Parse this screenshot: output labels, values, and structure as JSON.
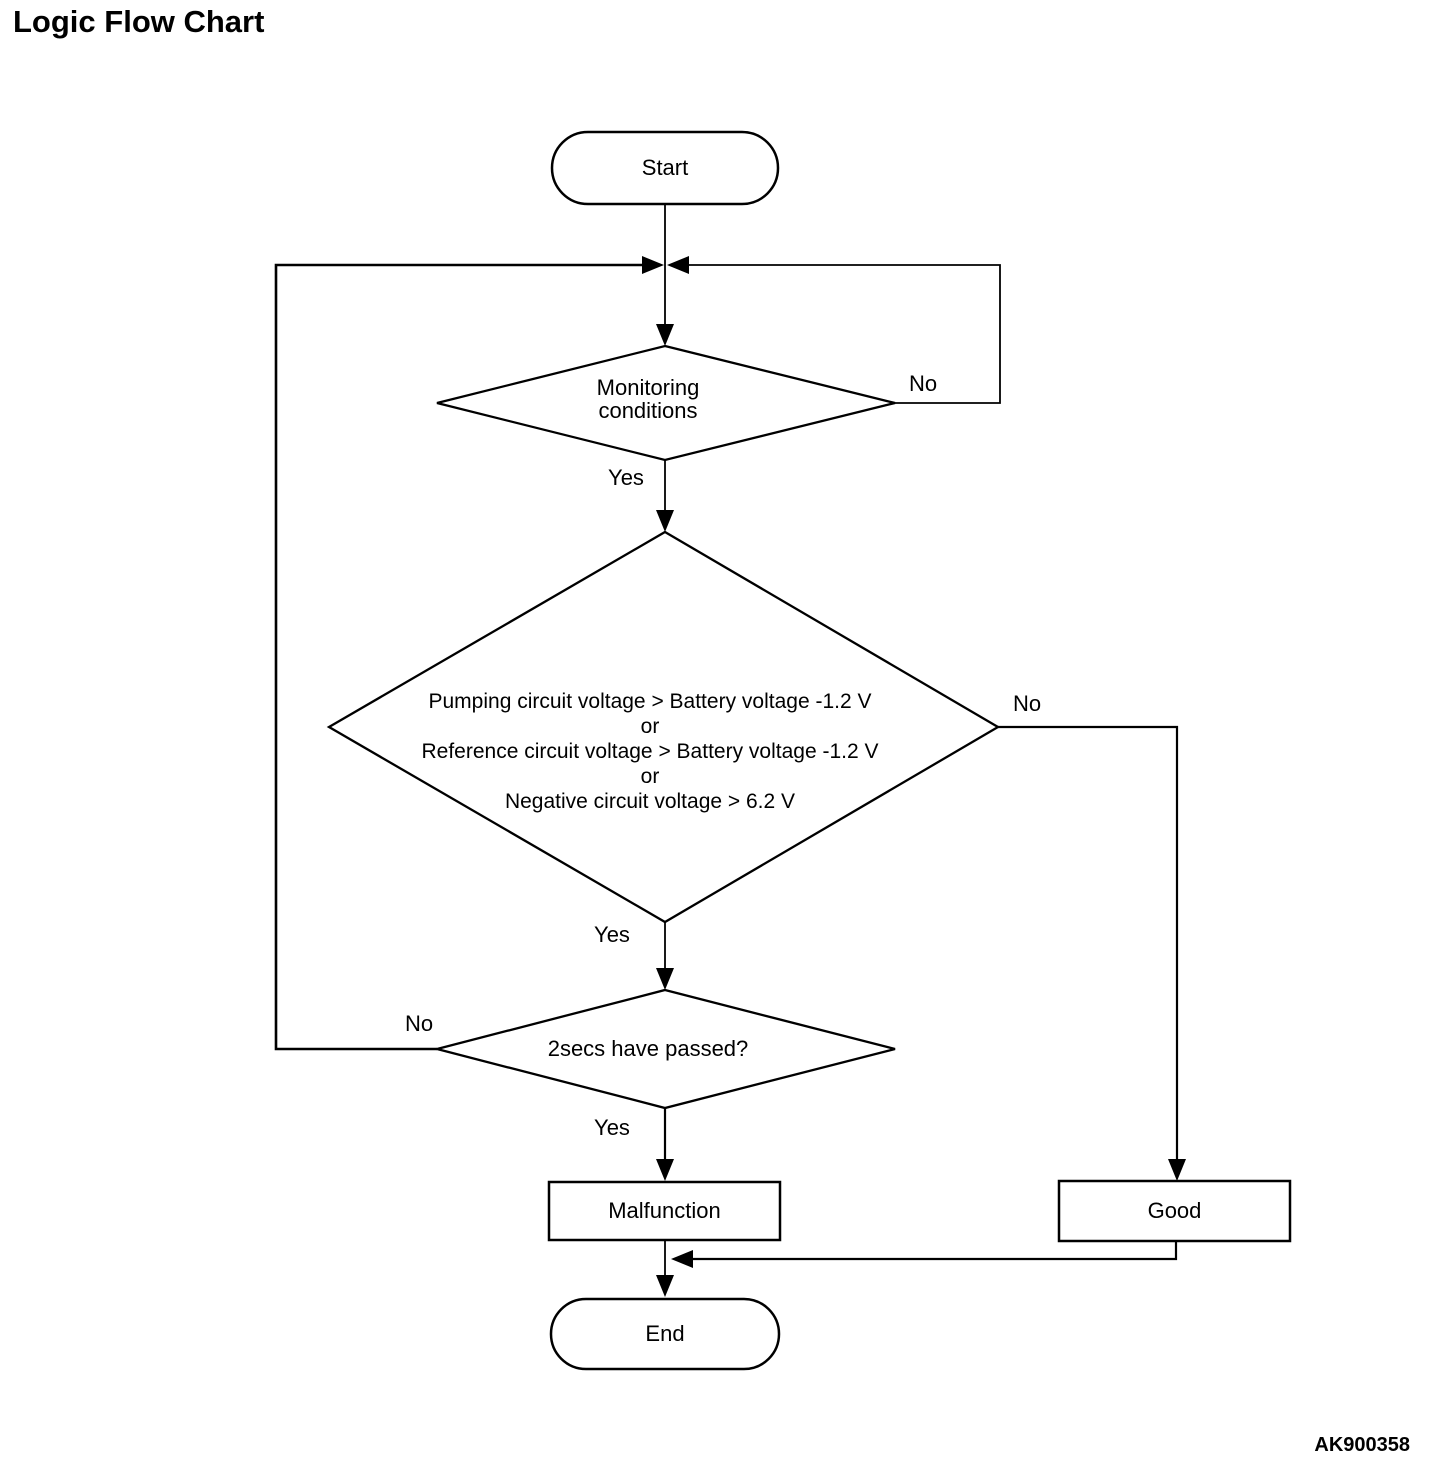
{
  "page": {
    "title": "Logic Flow Chart",
    "figure_code": "AK900358"
  },
  "flowchart": {
    "nodes": {
      "start": {
        "type": "terminator",
        "label": "Start"
      },
      "decision_monitoring": {
        "type": "decision",
        "lines": [
          "Monitoring",
          "conditions"
        ]
      },
      "decision_voltage": {
        "type": "decision",
        "lines": [
          "Pumping circuit voltage > Battery voltage -1.2 V",
          "or",
          "Reference circuit voltage > Battery voltage -1.2 V",
          "or",
          "Negative circuit voltage > 6.2 V"
        ]
      },
      "decision_timer": {
        "type": "decision",
        "lines": [
          "2secs have passed?"
        ]
      },
      "malfunction": {
        "type": "process",
        "label": "Malfunction"
      },
      "good": {
        "type": "process",
        "label": "Good"
      },
      "end": {
        "type": "terminator",
        "label": "End"
      }
    },
    "edges": [
      {
        "from": "start",
        "to": "merge",
        "label": ""
      },
      {
        "from": "merge",
        "to": "decision_monitoring",
        "label": ""
      },
      {
        "from": "decision_monitoring",
        "to": "decision_voltage",
        "label": "Yes"
      },
      {
        "from": "decision_monitoring",
        "to": "merge",
        "label": "No"
      },
      {
        "from": "decision_voltage",
        "to": "decision_timer",
        "label": "Yes"
      },
      {
        "from": "decision_voltage",
        "to": "good",
        "label": "No"
      },
      {
        "from": "decision_timer",
        "to": "malfunction",
        "label": "Yes"
      },
      {
        "from": "decision_timer",
        "to": "merge",
        "label": "No"
      },
      {
        "from": "malfunction",
        "to": "end",
        "label": ""
      },
      {
        "from": "good",
        "to": "end",
        "label": ""
      }
    ]
  }
}
